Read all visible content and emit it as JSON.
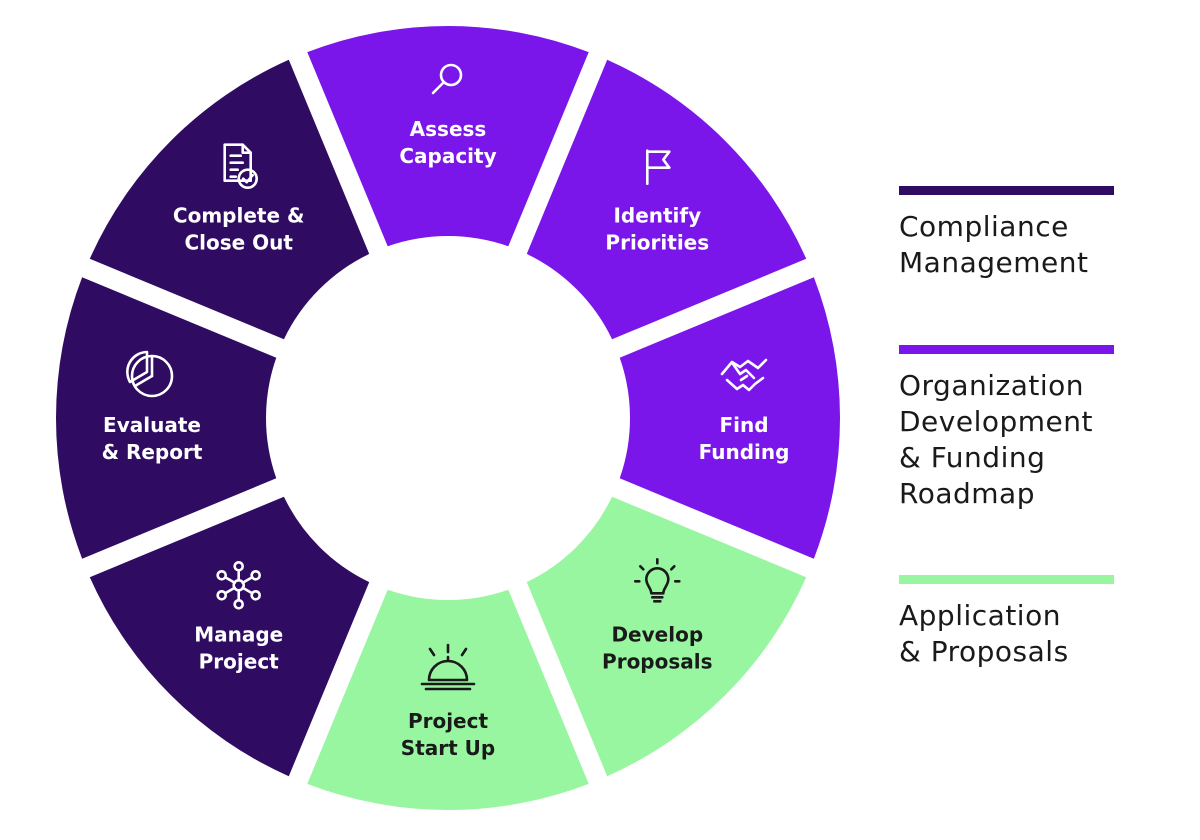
{
  "colors": {
    "compliance": "#2f0c62",
    "organization": "#7a16ea",
    "application": "#98f5a0",
    "text_on_dark": "#ffffff",
    "text_on_light": "#1a1a1a"
  },
  "segments": [
    {
      "id": "assess-capacity",
      "lines": [
        "Assess",
        "Capacity"
      ],
      "group": "organization",
      "icon": "search-icon"
    },
    {
      "id": "identify-priorities",
      "lines": [
        "Identify",
        "Priorities"
      ],
      "group": "organization",
      "icon": "flag-icon"
    },
    {
      "id": "find-funding",
      "lines": [
        "Find",
        "Funding"
      ],
      "group": "organization",
      "icon": "handshake-icon"
    },
    {
      "id": "develop-proposals",
      "lines": [
        "Develop",
        "Proposals"
      ],
      "group": "application",
      "icon": "lightbulb-icon"
    },
    {
      "id": "project-start-up",
      "lines": [
        "Project",
        "Start Up"
      ],
      "group": "application",
      "icon": "service-bell-icon"
    },
    {
      "id": "manage-project",
      "lines": [
        "Manage",
        "Project"
      ],
      "group": "compliance",
      "icon": "network-icon"
    },
    {
      "id": "evaluate-report",
      "lines": [
        "Evaluate",
        "& Report"
      ],
      "group": "compliance",
      "icon": "pie-chart-icon"
    },
    {
      "id": "complete-close-out",
      "lines": [
        "Complete &",
        "Close Out"
      ],
      "group": "compliance",
      "icon": "document-check-icon"
    }
  ],
  "legend": [
    {
      "group": "compliance",
      "lines": [
        "Compliance",
        "Management"
      ]
    },
    {
      "group": "organization",
      "lines": [
        "Organization",
        "Development",
        "& Funding",
        "Roadmap"
      ]
    },
    {
      "group": "application",
      "lines": [
        "Application",
        "& Proposals"
      ]
    }
  ]
}
